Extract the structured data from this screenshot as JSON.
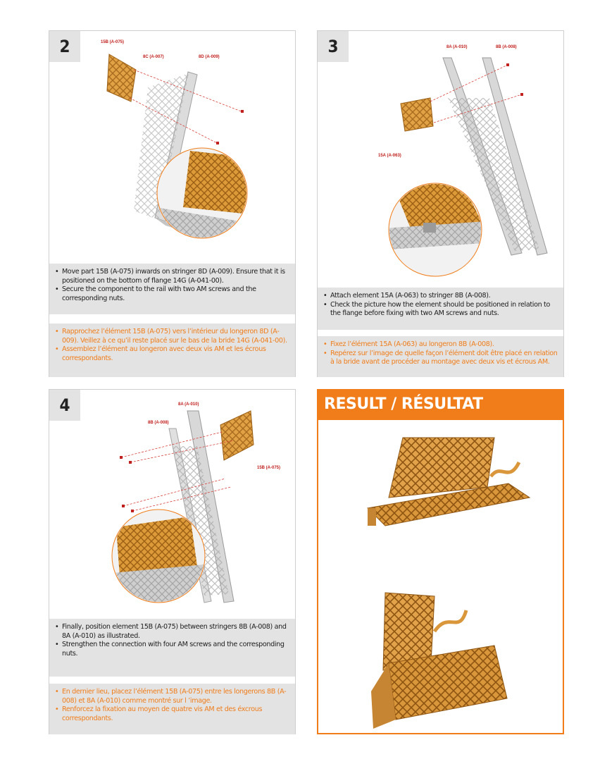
{
  "steps": [
    {
      "number": "2",
      "labels": [
        "15B (A-075)",
        "8C (A-007)",
        "8D (A-009)"
      ],
      "en": [
        "Move part 15B (A-075)  inwards on stringer 8D (A-009). Ensure that it is positioned on the bottom of flange 14G (A-041-00).",
        "Secure the component to the rail with two AM screws and the corresponding nuts."
      ],
      "fr": [
        "Rapprochez l’élément 15B (A-075) vers l’intérieur du longeron 8D (A-009). Veillez à ce qu’il reste placé sur le bas de la bride 14G (A-041-00).",
        "Assemblez l’élément au longeron avec deux vis AM et les écrous correspondants."
      ]
    },
    {
      "number": "3",
      "labels": [
        "8A (A-010)",
        "8B (A-008)",
        "15A (A-063)"
      ],
      "en": [
        "Attach element 15A (A-063) to stringer 8B (A-008).",
        "Check the picture how the element should be positioned in relation to the flange before fixing with two AM screws and nuts."
      ],
      "fr": [
        "Fixez l’élément 15A (A-063) au longeron 8B (A-008).",
        "Repérez sur l’image de quelle façon l’élément doit être placé en relation à la bride avant de procéder au montage avec deux vis et écrous AM."
      ]
    },
    {
      "number": "4",
      "labels": [
        "8A (A-010)",
        "8B (A-008)",
        "15B (A-075)"
      ],
      "en": [
        "Finally, position element 15B (A-075) between stringers  8B (A-008) and 8A (A-010) as illustrated.",
        "Strengthen the connection with four AM screws and the corresponding nuts."
      ],
      "fr": [
        "En dernier lieu, placez l’élément 15B (A-075) entre les longerons 8B (A-008) et 8A (A-010) comme montré sur l ’image.",
        "Renforcez la fixation au moyen de quatre vis AM et des éxcrous correspondants."
      ]
    }
  ],
  "result": {
    "title": "RESULT / RÉSULTAT"
  },
  "colors": {
    "accent": "#f07d1a",
    "label_red": "#c0201e",
    "text_box": "#e3e3e3",
    "part_orange": "#d99a3c"
  }
}
